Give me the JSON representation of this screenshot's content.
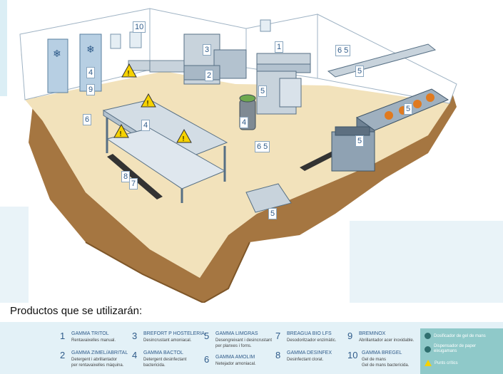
{
  "colors": {
    "floor": "#f2e2bb",
    "wall": "#ffffff",
    "soil": "#a57641",
    "steel": "#c8d3dc",
    "caution": "#f6d200",
    "text": "#2f5b8a",
    "legend_bg": "#e3f1f7",
    "key_bg": "#8fc9c9"
  },
  "scene_tags": [
    {
      "text": "10"
    },
    {
      "text": "3"
    },
    {
      "text": "2"
    },
    {
      "text": "1"
    },
    {
      "text": "4"
    },
    {
      "text": "9"
    },
    {
      "text": "6 5"
    },
    {
      "text": "5"
    },
    {
      "text": "5"
    },
    {
      "text": "4"
    },
    {
      "text": "6"
    },
    {
      "text": "4"
    },
    {
      "text": "5"
    },
    {
      "text": "5"
    },
    {
      "text": "6 5"
    },
    {
      "text": "8"
    },
    {
      "text": "7"
    },
    {
      "text": "5"
    }
  ],
  "caption": "Productos que se utilizarán:",
  "legend": [
    {
      "num": "1",
      "name": "GAMMA TRITOL",
      "desc": "Rentavaixelles manual."
    },
    {
      "num": "2",
      "name": "GAMMA ZIMEL/ABRITAL",
      "desc": "Detergent i abrillantador\nper rentavaixelles màquina."
    },
    {
      "num": "3",
      "name": "BREFORT P HOSTELERIA",
      "desc": "Desincrustant amoniacal."
    },
    {
      "num": "4",
      "name": "GAMMA BACTOL",
      "desc": "Detergent desinfectant\nbactericida."
    },
    {
      "num": "5",
      "name": "GAMMA LIMGRAS",
      "desc": "Desengreixant i desincrustant\nper planxes i forns."
    },
    {
      "num": "6",
      "name": "GAMMA AMOLIM",
      "desc": "Netejador amoniacal."
    },
    {
      "num": "7",
      "name": "BREAGUA BIO LFS",
      "desc": "Desodoritzador enzimàtic."
    },
    {
      "num": "8",
      "name": "GAMMA DESINFEX",
      "desc": "Desinfectant clorat."
    },
    {
      "num": "9",
      "name": "BREMINOX",
      "desc": "Abrillantador acer inoxidable."
    },
    {
      "num": "10",
      "name": "GAMMA BREGEL",
      "desc": "Gel de mans\nGel de mans bactericida."
    }
  ],
  "key": [
    {
      "icon": "gel-dispenser-icon",
      "label": "Dosificador de gel de mans"
    },
    {
      "icon": "paper-dispenser-icon",
      "label": "Dispensador de paper\neixugamans"
    },
    {
      "icon": "warning-triangle-icon",
      "label": "Punts crítics"
    }
  ]
}
